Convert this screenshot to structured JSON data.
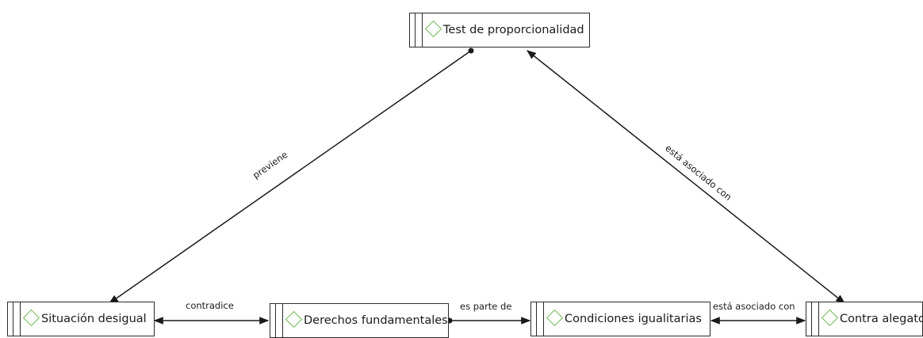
{
  "nodes": {
    "test": "Test de proporcionalidad",
    "situacion": "Situación desigual",
    "derechos": "Derechos fundamentales",
    "condiciones": "Condiciones igualitarias",
    "contra": "Contra alegato"
  },
  "edges": {
    "previene": "previene",
    "asociado_diag": "está asociado con",
    "contradice": "contradice",
    "parte_de": "es parte de",
    "asociado_bottom": "está asociado con"
  },
  "colors": {
    "line": "#1a1a1a",
    "diamond": "#6fb84f"
  }
}
